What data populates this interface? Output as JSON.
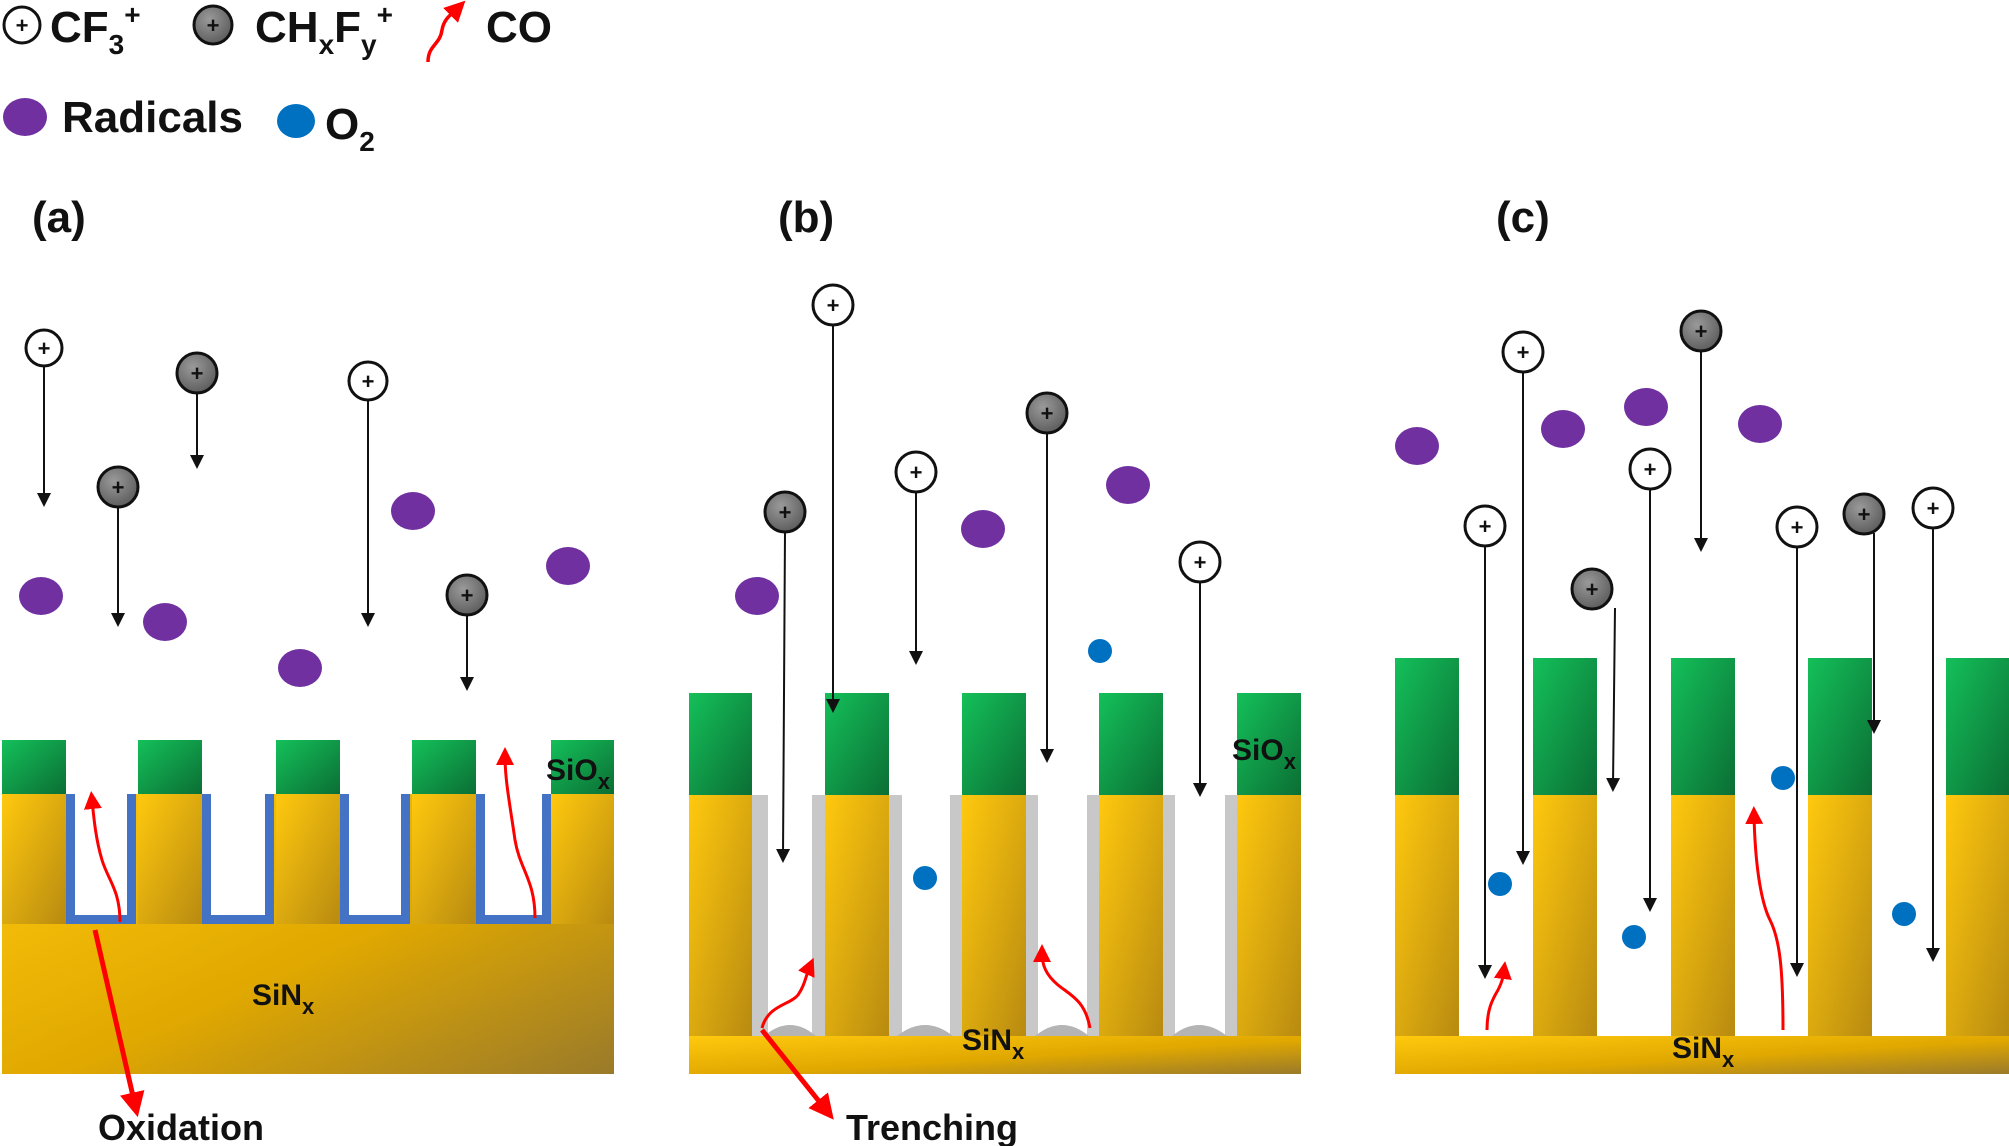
{
  "legend": {
    "cf3": {
      "label": "CF",
      "sub": "3",
      "sup": "+"
    },
    "chxfy": {
      "label": "CH",
      "sub1": "x",
      "mid": "F",
      "sub2": "y",
      "sup": "+"
    },
    "co": {
      "label": "CO"
    },
    "radicals": {
      "label": "Radicals"
    },
    "o2": {
      "label": "O",
      "sub": "2"
    }
  },
  "ion_symbol": "+",
  "panels": {
    "a": {
      "tag": "(a)",
      "mask": "SiO",
      "mask_sub": "x",
      "substrate": "SiN",
      "substrate_sub": "x",
      "callout": "Oxidation"
    },
    "b": {
      "tag": "(b)",
      "mask": "SiO",
      "mask_sub": "x",
      "substrate": "SiN",
      "substrate_sub": "x",
      "callout": "Trenching"
    },
    "c": {
      "tag": "(c)",
      "substrate": "SiN",
      "substrate_sub": "x"
    }
  },
  "colors": {
    "mask_green": "#0fa84a",
    "substrate_yellow": "#f2b600",
    "liner_blue": "#4472c4",
    "sidewall_gray": "#c8c8c8",
    "radical_purple": "#7030a0",
    "o2_blue": "#0070c0",
    "co_red": "#ff0000",
    "ion_gray": "#7f7f7f"
  }
}
